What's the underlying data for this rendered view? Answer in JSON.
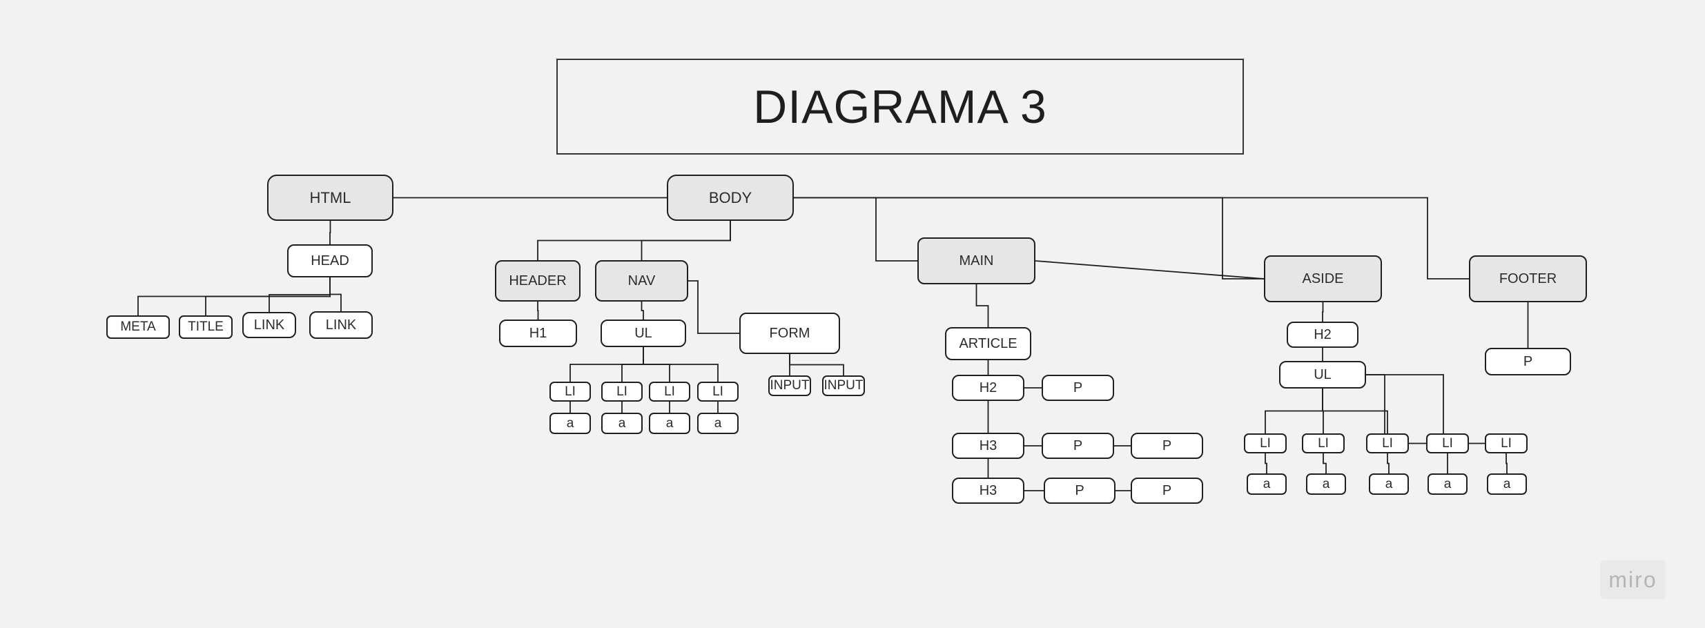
{
  "title": "DIAGRAMA 3",
  "brand": "miro",
  "colors": {
    "background": "#f2f2f2",
    "node_fill": "#ffffff",
    "node_fill_gray": "#e6e6e6",
    "stroke": "#1f1f1f"
  },
  "nodes": [
    {
      "id": "html",
      "label": "HTML",
      "style": "gray"
    },
    {
      "id": "body",
      "label": "BODY",
      "style": "gray"
    },
    {
      "id": "head",
      "label": "HEAD",
      "style": "white"
    },
    {
      "id": "meta",
      "label": "META",
      "style": "white"
    },
    {
      "id": "title",
      "label": "TITLE",
      "style": "white"
    },
    {
      "id": "link1",
      "label": "LINK",
      "style": "white"
    },
    {
      "id": "link2",
      "label": "LINK",
      "style": "white"
    },
    {
      "id": "header",
      "label": "HEADER",
      "style": "gray"
    },
    {
      "id": "nav",
      "label": "NAV",
      "style": "gray"
    },
    {
      "id": "h1",
      "label": "H1",
      "style": "white"
    },
    {
      "id": "nav_ul",
      "label": "UL",
      "style": "white"
    },
    {
      "id": "nav_li1",
      "label": "LI",
      "style": "white"
    },
    {
      "id": "nav_li2",
      "label": "LI",
      "style": "white"
    },
    {
      "id": "nav_li3",
      "label": "LI",
      "style": "white"
    },
    {
      "id": "nav_li4",
      "label": "LI",
      "style": "white"
    },
    {
      "id": "nav_a1",
      "label": "a",
      "style": "white"
    },
    {
      "id": "nav_a2",
      "label": "a",
      "style": "white"
    },
    {
      "id": "nav_a3",
      "label": "a",
      "style": "white"
    },
    {
      "id": "nav_a4",
      "label": "a",
      "style": "white"
    },
    {
      "id": "form",
      "label": "FORM",
      "style": "white"
    },
    {
      "id": "input1",
      "label": "INPUT",
      "style": "white"
    },
    {
      "id": "input2",
      "label": "INPUT",
      "style": "white"
    },
    {
      "id": "main",
      "label": "MAIN",
      "style": "gray"
    },
    {
      "id": "article",
      "label": "ARTICLE",
      "style": "white"
    },
    {
      "id": "art_h2",
      "label": "H2",
      "style": "white"
    },
    {
      "id": "art_p1",
      "label": "P",
      "style": "white"
    },
    {
      "id": "art_h3a",
      "label": "H3",
      "style": "white"
    },
    {
      "id": "art_p2",
      "label": "P",
      "style": "white"
    },
    {
      "id": "art_p3",
      "label": "P",
      "style": "white"
    },
    {
      "id": "art_h3b",
      "label": "H3",
      "style": "white"
    },
    {
      "id": "art_p4",
      "label": "P",
      "style": "white"
    },
    {
      "id": "art_p5",
      "label": "P",
      "style": "white"
    },
    {
      "id": "aside",
      "label": "ASIDE",
      "style": "gray"
    },
    {
      "id": "aside_h2",
      "label": "H2",
      "style": "white"
    },
    {
      "id": "aside_ul",
      "label": "UL",
      "style": "white"
    },
    {
      "id": "aside_li1",
      "label": "LI",
      "style": "white"
    },
    {
      "id": "aside_li2",
      "label": "LI",
      "style": "white"
    },
    {
      "id": "aside_li3",
      "label": "LI",
      "style": "white"
    },
    {
      "id": "aside_li4",
      "label": "LI",
      "style": "white"
    },
    {
      "id": "aside_li5",
      "label": "LI",
      "style": "white"
    },
    {
      "id": "aside_a1",
      "label": "a",
      "style": "white"
    },
    {
      "id": "aside_a2",
      "label": "a",
      "style": "white"
    },
    {
      "id": "aside_a3",
      "label": "a",
      "style": "white"
    },
    {
      "id": "aside_a4",
      "label": "a",
      "style": "white"
    },
    {
      "id": "aside_a5",
      "label": "a",
      "style": "white"
    },
    {
      "id": "footer",
      "label": "FOOTER",
      "style": "gray"
    },
    {
      "id": "footer_p",
      "label": "P",
      "style": "white"
    }
  ],
  "edges": [
    [
      "html",
      "body"
    ],
    [
      "html",
      "head"
    ],
    [
      "head",
      "meta"
    ],
    [
      "head",
      "title"
    ],
    [
      "head",
      "link1"
    ],
    [
      "head",
      "link2"
    ],
    [
      "body",
      "header"
    ],
    [
      "body",
      "nav"
    ],
    [
      "body",
      "main"
    ],
    [
      "body",
      "aside"
    ],
    [
      "body",
      "footer"
    ],
    [
      "header",
      "h1"
    ],
    [
      "nav",
      "nav_ul"
    ],
    [
      "nav",
      "form"
    ],
    [
      "nav_ul",
      "nav_li1"
    ],
    [
      "nav_ul",
      "nav_li2"
    ],
    [
      "nav_ul",
      "nav_li3"
    ],
    [
      "nav_ul",
      "nav_li4"
    ],
    [
      "nav_li1",
      "nav_a1"
    ],
    [
      "nav_li2",
      "nav_a2"
    ],
    [
      "nav_li3",
      "nav_a3"
    ],
    [
      "nav_li4",
      "nav_a4"
    ],
    [
      "form",
      "input1"
    ],
    [
      "form",
      "input2"
    ],
    [
      "main",
      "article"
    ],
    [
      "article",
      "art_h2"
    ],
    [
      "art_h2",
      "art_p1"
    ],
    [
      "art_h2",
      "art_h3a"
    ],
    [
      "art_h3a",
      "art_p2"
    ],
    [
      "art_p2",
      "art_p3"
    ],
    [
      "art_h3a",
      "art_h3b"
    ],
    [
      "art_h3b",
      "art_p4"
    ],
    [
      "art_p4",
      "art_p5"
    ],
    [
      "main",
      "aside"
    ],
    [
      "aside",
      "aside_h2"
    ],
    [
      "aside_h2",
      "aside_ul"
    ],
    [
      "aside_ul",
      "aside_li1"
    ],
    [
      "aside_ul",
      "aside_li2"
    ],
    [
      "aside_ul",
      "aside_li3"
    ],
    [
      "aside_ul",
      "aside_li4"
    ],
    [
      "aside_ul",
      "aside_li5"
    ],
    [
      "aside_li1",
      "aside_a1"
    ],
    [
      "aside_li2",
      "aside_a2"
    ],
    [
      "aside_li3",
      "aside_a3"
    ],
    [
      "aside_li4",
      "aside_a4"
    ],
    [
      "aside_li5",
      "aside_a5"
    ],
    [
      "footer",
      "footer_p"
    ]
  ]
}
